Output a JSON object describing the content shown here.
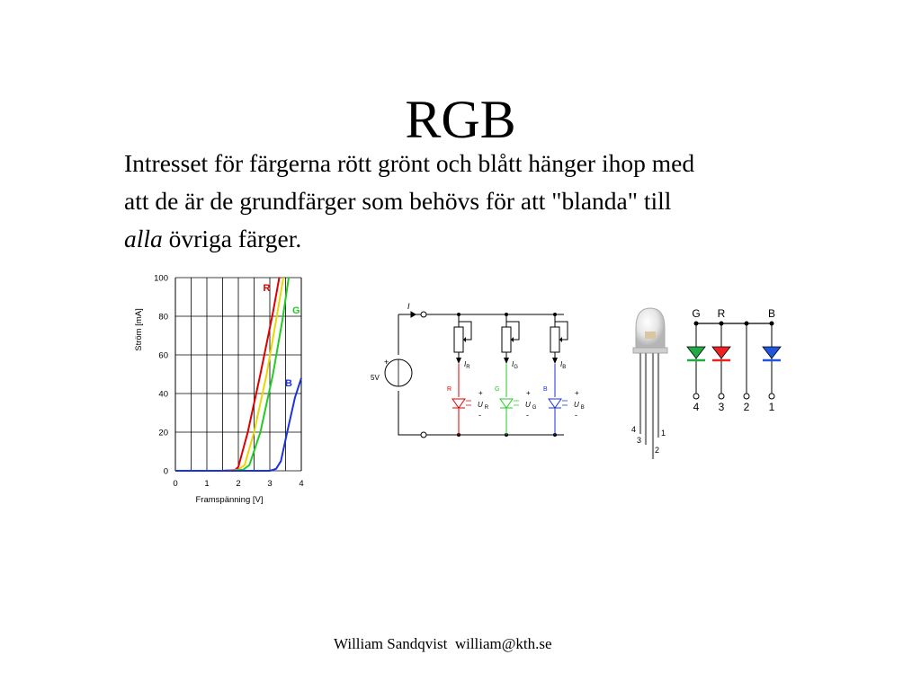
{
  "slide": {
    "title": "RGB",
    "paragraph": {
      "line1": "Intresset för färgerna rött grönt och blått hänger ihop med",
      "line2": "att de är de grundfärger som behövs för att \"blanda\" till",
      "line3_italic": "alla",
      "line3_rest": " övriga färger."
    },
    "footer": "William Sandqvist  william@kth.se"
  },
  "chart_data": {
    "type": "line",
    "title": "",
    "xlabel": "Framspänning [V]",
    "ylabel": "Ström [mA]",
    "xlim": [
      0,
      4
    ],
    "ylim": [
      0,
      100
    ],
    "xticks": [
      "0",
      "1",
      "2",
      "3",
      "4"
    ],
    "yticks": [
      "0",
      "20",
      "40",
      "60",
      "80",
      "100"
    ],
    "grid": true,
    "legend": "inline labels at curve ends",
    "series": [
      {
        "name": "R",
        "color": "#e00000",
        "x": [
          0,
          1.5,
          1.9,
          2.0,
          2.3,
          2.7,
          3.1,
          3.3
        ],
        "y": [
          0,
          0,
          0.5,
          2,
          20,
          50,
          82,
          100
        ]
      },
      {
        "name": "",
        "color": "#e8d800",
        "x": [
          0,
          1.6,
          2.0,
          2.2,
          2.5,
          2.9,
          3.2,
          3.43
        ],
        "y": [
          0,
          0,
          0.5,
          3,
          20,
          50,
          78,
          100
        ]
      },
      {
        "name": "G",
        "color": "#22cc22",
        "x": [
          0,
          1.8,
          2.15,
          2.35,
          2.7,
          3.1,
          3.4,
          3.6
        ],
        "y": [
          0,
          0,
          0.5,
          3,
          20,
          50,
          78,
          100
        ]
      },
      {
        "name": "B",
        "color": "#1a33dd",
        "x": [
          0,
          3.0,
          3.2,
          3.35,
          3.55,
          3.8,
          4.0
        ],
        "y": [
          0,
          0,
          1,
          5,
          20,
          38,
          48
        ]
      }
    ]
  },
  "circuit": {
    "source_label": "5V",
    "source_plus": "+",
    "current_label": "I",
    "branches": [
      {
        "id": "R",
        "label": "R",
        "current": "I",
        "current_sub": "R",
        "voltage": "U",
        "voltage_sub": "R",
        "color": "#e00000"
      },
      {
        "id": "G",
        "label": "G",
        "current": "I",
        "current_sub": "G",
        "voltage": "U",
        "voltage_sub": "G",
        "color": "#22cc22"
      },
      {
        "id": "B",
        "label": "B",
        "current": "I",
        "current_sub": "B",
        "voltage": "U",
        "voltage_sub": "B",
        "color": "#1a33dd"
      }
    ],
    "plus": "+",
    "minus": "-"
  },
  "led_package": {
    "leg_numbers": [
      "4",
      "3",
      "1",
      "2"
    ],
    "pins": [
      {
        "top": "G",
        "bottom": "4",
        "color": "#22aa44"
      },
      {
        "top": "R",
        "bottom": "3",
        "color": "#ee2222"
      },
      {
        "top": "",
        "bottom": "2",
        "color": ""
      },
      {
        "top": "B",
        "bottom": "1",
        "color": "#2255dd"
      }
    ]
  }
}
